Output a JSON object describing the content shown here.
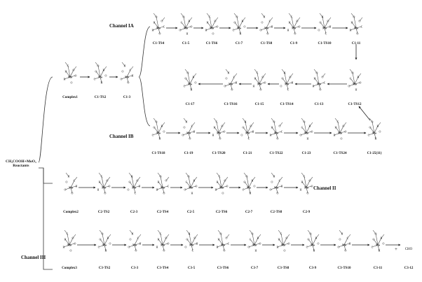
{
  "reactants": {
    "formula": "CH₃COOH+MoO₃",
    "label": "Reactants"
  },
  "channels": {
    "ia": "Channel IA",
    "ib": "Channel IB",
    "ii": "Channel II",
    "iii": "Channel III"
  },
  "pre": {
    "complex1": "Complex1",
    "c1_ts2": "C1-TS2",
    "c1_3": "C1-3"
  },
  "ia_top": [
    "C1-TS4",
    "C1-5",
    "C1-TS6",
    "C1-7",
    "C1-TS8",
    "C1-9",
    "C1-TS10",
    "C1-11"
  ],
  "ia_bottom": [
    "C1-17",
    "C1-TS16",
    "C1-15",
    "C1-TS14",
    "C1-13",
    "C1-TS12"
  ],
  "ib": [
    "C1-TS18",
    "C1-19",
    "C1-TS20",
    "C1-21",
    "C1-TS22",
    "C1-23",
    "C1-TS24",
    "C1-25(11)"
  ],
  "ii": [
    "Complex2",
    "C2-TS2",
    "C2-3",
    "C2-TS4",
    "C2-5",
    "C2-TS6",
    "C2-7",
    "C2-TS8",
    "C2-9"
  ],
  "iii": [
    "Complex3",
    "C3-TS2",
    "C3-3",
    "C3-TS4",
    "C3-5",
    "C3-TS6",
    "C3-7",
    "C3-TS8",
    "C3-9",
    "C3-TS10",
    "C3-11",
    "C3-12"
  ],
  "plus": "+",
  "co_label": "CHO"
}
